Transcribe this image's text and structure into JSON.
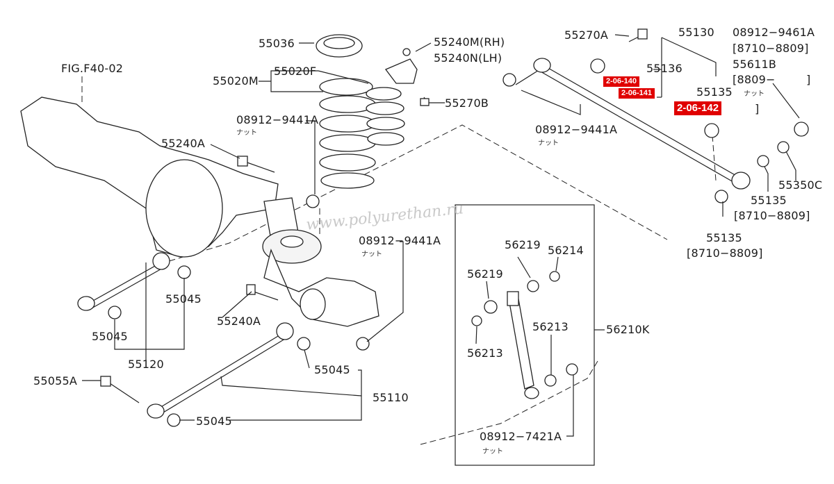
{
  "figure_ref": "FIG.F40-02",
  "watermark": "www.polyurethan.ru",
  "labels": {
    "p55036": "55036",
    "p55020m": "55020M",
    "p55020f": "55020F",
    "p55240m": "55240M(RH)",
    "p55240n": "55240N(LH)",
    "p55270b": "55270B",
    "p55240a_top": "55240A",
    "p08912_9441a_mid": "08912−9441A",
    "p08912_9441a_low": "08912−9441A",
    "p55270a": "55270A",
    "p55130": "55130",
    "p55136": "55136",
    "p55135_top": "55135",
    "p08912_9441a_right": "08912−9441A",
    "p08912_9461a": "08912−9461A",
    "p8710_8809_a": "[8710−8809]",
    "p55611b": "55611B",
    "p8809_open": "[8809−",
    "p8809_close_top": "]",
    "p8809_close_bot": "]",
    "p55350c": "55350C",
    "p55135_mid": "55135",
    "p8710_8809_b": "[8710−8809]",
    "p55135_bot": "55135",
    "p8710_8809_c": "[8710−8809]",
    "p56219_a": "56219",
    "p56214": "56214",
    "p56219_b": "56219",
    "p56213_a": "56213",
    "p56213_b": "56213",
    "p56210k": "56210K",
    "p08912_7421a": "08912−7421A",
    "p55045_a": "55045",
    "p55045_b": "55045",
    "p55120": "55120",
    "p55240a_bot": "55240A",
    "p55055a": "55055A",
    "p55045_c": "55045",
    "p55110": "55110",
    "p55045_d": "55045"
  },
  "nut_note": "ナット",
  "badges": {
    "b1": "2-06-140",
    "b2": "2-06-141",
    "b3": "2-06-142"
  },
  "colors": {
    "badge": "#e00000",
    "ink": "#222222"
  }
}
